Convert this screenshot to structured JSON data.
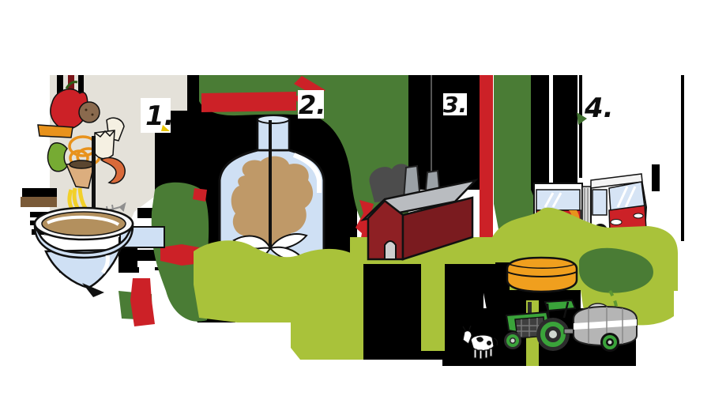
{
  "figure": {
    "name": "biogas-cycle-illustration",
    "background_color": "#ffffff",
    "steps": [
      {
        "label": "1.",
        "icon": "food-waste-mixer-icon"
      },
      {
        "label": "2.",
        "icon": "digester-jar-icon"
      },
      {
        "label": "3.",
        "icon": "biogas-plant-icon"
      },
      {
        "label": "4.",
        "icon": "biogas-bus-icon"
      }
    ],
    "other_icons": [
      "tractor-icon",
      "slurry-trailer-icon",
      "cow-icon",
      "storage-tank-icon",
      "leaf-arrow-icon",
      "red-ribbon-arrow-icon",
      "food-scraps-icon",
      "grass-icon"
    ],
    "colors": {
      "leaf_green": "#4a7c35",
      "grass_green": "#a9c23a",
      "ribbon_red": "#cc2127",
      "factory_red": "#8e2024",
      "factory_red_dark": "#7a1b1f",
      "roof_grey": "#b9bcc0",
      "smoke_grey": "#4c4c4c",
      "tank_orange": "#f09f1e",
      "tractor_green": "#3aa33a",
      "trailer_grey": "#b5b5b5",
      "jar_blue": "#cfe0f4",
      "digestate_brown": "#bf9968",
      "slurry_brown": "#b3905e",
      "backdrop_beige": "#e4e1d9",
      "outline_black": "#111111"
    }
  }
}
